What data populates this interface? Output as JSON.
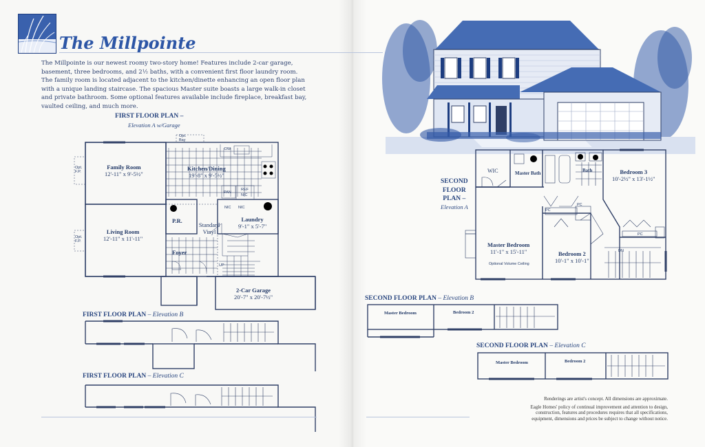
{
  "brochure": {
    "title": "The Millpointe",
    "intro": "The Millpointe is our newest roomy two-story home! Features include 2-car garage, basement, three bedrooms, and 2½ baths, with a convenient first floor laundry room. The family room is located adjacent to the kitchen/dinette enhancing an open floor plan with a unique landing staircase. The spacious Master suite boasts a large walk-in closet and private bathroom. Some optional features available include fireplace, breakfast bay, vaulted ceiling, and much more."
  },
  "first_floor": {
    "caption": "FIRST FLOOR PLAN –",
    "subcaption": "Elevation A w/Garage",
    "rooms": {
      "family": {
        "name": "Family Room",
        "dim": "12'-11\" x 9'-5½\""
      },
      "kitchen": {
        "name": "Kitchen/Dining",
        "dim": "19'-8\" x 9'-5½\""
      },
      "living": {
        "name": "Living Room",
        "dim": "12'-11\" x 11'-11\""
      },
      "laundry": {
        "name": "Laundry",
        "dim": "9'-1\" x 5'-7\""
      },
      "pr": "P.R.",
      "vinyl": "Standard Vinyl",
      "foyer": "Foyer",
      "garage": {
        "name": "2-Car Garage",
        "dim": "20'-7\" x 20'-7½\""
      }
    },
    "small_labels": {
      "opt_bay": "Opt. Bay",
      "opt_fp1": "Opt. F.P.",
      "opt_fp2": "Opt. F.P.",
      "dw": "DW",
      "ref": "REF",
      "nic": "NIC",
      "pan": "PAN",
      "nic2": "NIC",
      "nic3": "NIC",
      "up": "UP"
    }
  },
  "first_floor_b": {
    "caption": "FIRST FLOOR PLAN",
    "sub": "– Elevation B"
  },
  "first_floor_c": {
    "caption": "FIRST FLOOR PLAN",
    "sub": "– Elevation C"
  },
  "second_floor": {
    "caption_lines": [
      "SECOND",
      "FLOOR",
      "PLAN –"
    ],
    "subcaption": "Elevation A",
    "rooms": {
      "wic": "WIC",
      "master_bath": "Master Bath",
      "bath": "Bath",
      "bedroom3": {
        "name": "Bedroom 3",
        "dim": "10'-2½\" x 13'-1½\""
      },
      "master": {
        "name": "Master Bedroom",
        "dim": "11'-1\" x 15'-11\"",
        "note": "Optional Volume Ceiling"
      },
      "bedroom2": {
        "name": "Bedroom 2",
        "dim": "10'-1\" x 10'-1\""
      },
      "pc1": "PC",
      "pc2": "PC",
      "pc3": "PC",
      "dn": "DN"
    }
  },
  "second_floor_b": {
    "caption": "SECOND FLOOR PLAN",
    "sub": "– Elevation B",
    "master": "Master Bedroom",
    "bedroom2": "Bedroom 2"
  },
  "second_floor_c": {
    "caption": "SECOND FLOOR PLAN",
    "sub": "– Elevation C",
    "master": "Master Bedroom",
    "bedroom2": "Bedroom 2"
  },
  "footer": {
    "line1": "Renderings are artist's concept. All dimensions are approximate.",
    "line2": "Eagle Homes' policy of continual improvement and attention to design, construction, features and procedures requires that all specifications, equipment, dimensions and prices be subject to change without notice."
  },
  "colors": {
    "accent": "#2d56a6",
    "ink": "#2f3f66"
  }
}
